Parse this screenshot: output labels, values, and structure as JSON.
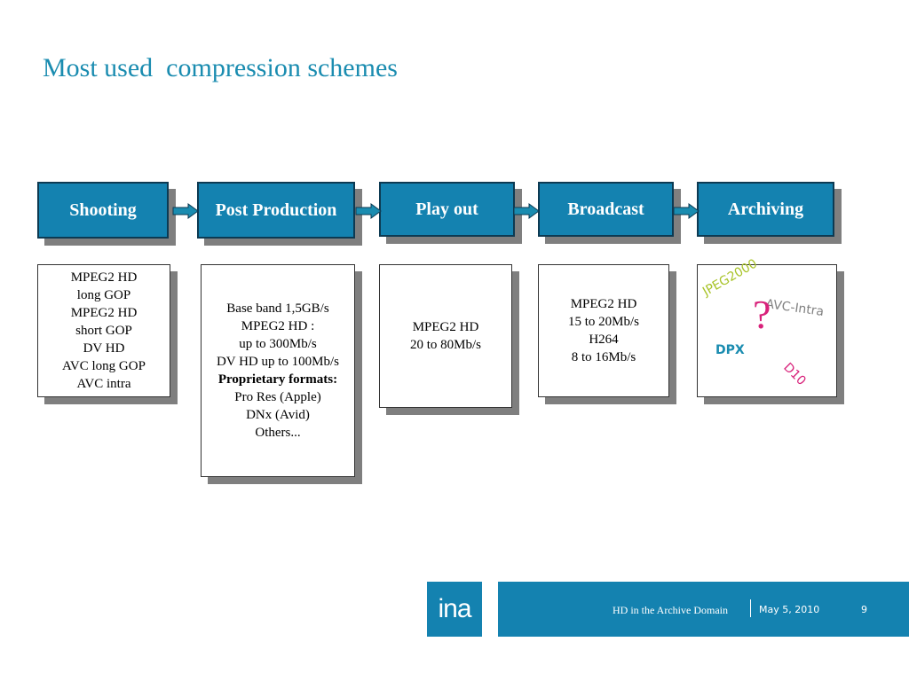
{
  "title": "Most used  compression schemes",
  "stages": [
    {
      "label": "Shooting"
    },
    {
      "label": "Post Production"
    },
    {
      "label": "Play out"
    },
    {
      "label": "Broadcast"
    },
    {
      "label": "Archiving"
    }
  ],
  "boxes": {
    "shooting": [
      "MPEG2 HD",
      "long GOP",
      "MPEG2 HD",
      "short GOP",
      "DV HD",
      "AVC long GOP",
      "AVC intra"
    ],
    "post_production": [
      "Base band 1,5GB/s",
      "MPEG2 HD :",
      "up to 300Mb/s",
      "DV HD up to 100Mb/s",
      "Proprietary formats:",
      "Pro Res (Apple)",
      "DNx (Avid)",
      "Others..."
    ],
    "play_out": [
      "MPEG2 HD",
      "20 to 80Mb/s"
    ],
    "broadcast": [
      "MPEG2 HD",
      "15 to 20Mb/s",
      "H264",
      "8 to 16Mb/s"
    ],
    "archiving": {
      "jpeg2000": "JPEG2000",
      "avc_intra": "AVC-Intra",
      "question": "?",
      "dpx": "DPX",
      "d10": "D10"
    }
  },
  "colors": {
    "accent": "#1482b0",
    "jpeg2000": "#a9c42a",
    "avc_intra": "#808080",
    "dpx": "#1a8cb0",
    "d10": "#d8217a",
    "question": "#d8217a"
  },
  "footer": {
    "logo": "ina",
    "presentation": "HD in the Archive Domain",
    "date": "May 5, 2010",
    "page": "9"
  }
}
